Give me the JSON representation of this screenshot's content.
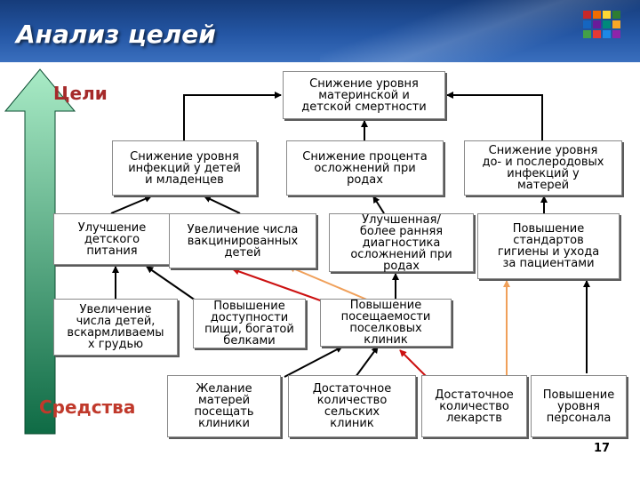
{
  "title": "Анализ целей",
  "labels": {
    "goals": "Цели",
    "means": "Средства"
  },
  "nodes": {
    "n1": "Снижение уровня\nматеринской и\nдетской смертности",
    "n2": "Снижение уровня\nинфекций у детей\nи младенцев",
    "n3": "Снижение процента\nосложнений при\nродах",
    "n4": "Снижение уровня\nдо- и послеродовых\nинфекций у\nматерей",
    "n5": "Улучшение\nдетского\nпитания",
    "n6": "Увеличение числа\nвакцинированных\nдетей",
    "n7": "Улучшенная/\nболее ранняя\nдиагностика\nосложнений при\nродах",
    "n8": "Повышение\nстандартов\nгигиены и ухода\nза пациентами",
    "n9": "Увеличение\nчисла детей,\nвскармливаемы\nх грудью",
    "n10": "Повышение\nдоступности\nпищи, богатой\nбелками",
    "n11": "Повышение\nпосещаемости\nпоселковых\nклиник",
    "n12": "Желание\nматерей\nпосещать\nклиники",
    "n13": "Достаточное\nколичество\nсельских\nклиник",
    "n14": "Достаточное\nколичество\nлекарств",
    "n15": "Повышение\nуровня\nперсонала"
  },
  "page_number": "17",
  "colors": {
    "goals_label": "#a52a2a",
    "means_label": "#c0392b",
    "arrow_black": "#000000",
    "arrow_red": "#cc1111",
    "arrow_orange": "#f0a05a",
    "side_arrow_top": "#a9ebc6",
    "side_arrow_bottom": "#0f6b45"
  }
}
